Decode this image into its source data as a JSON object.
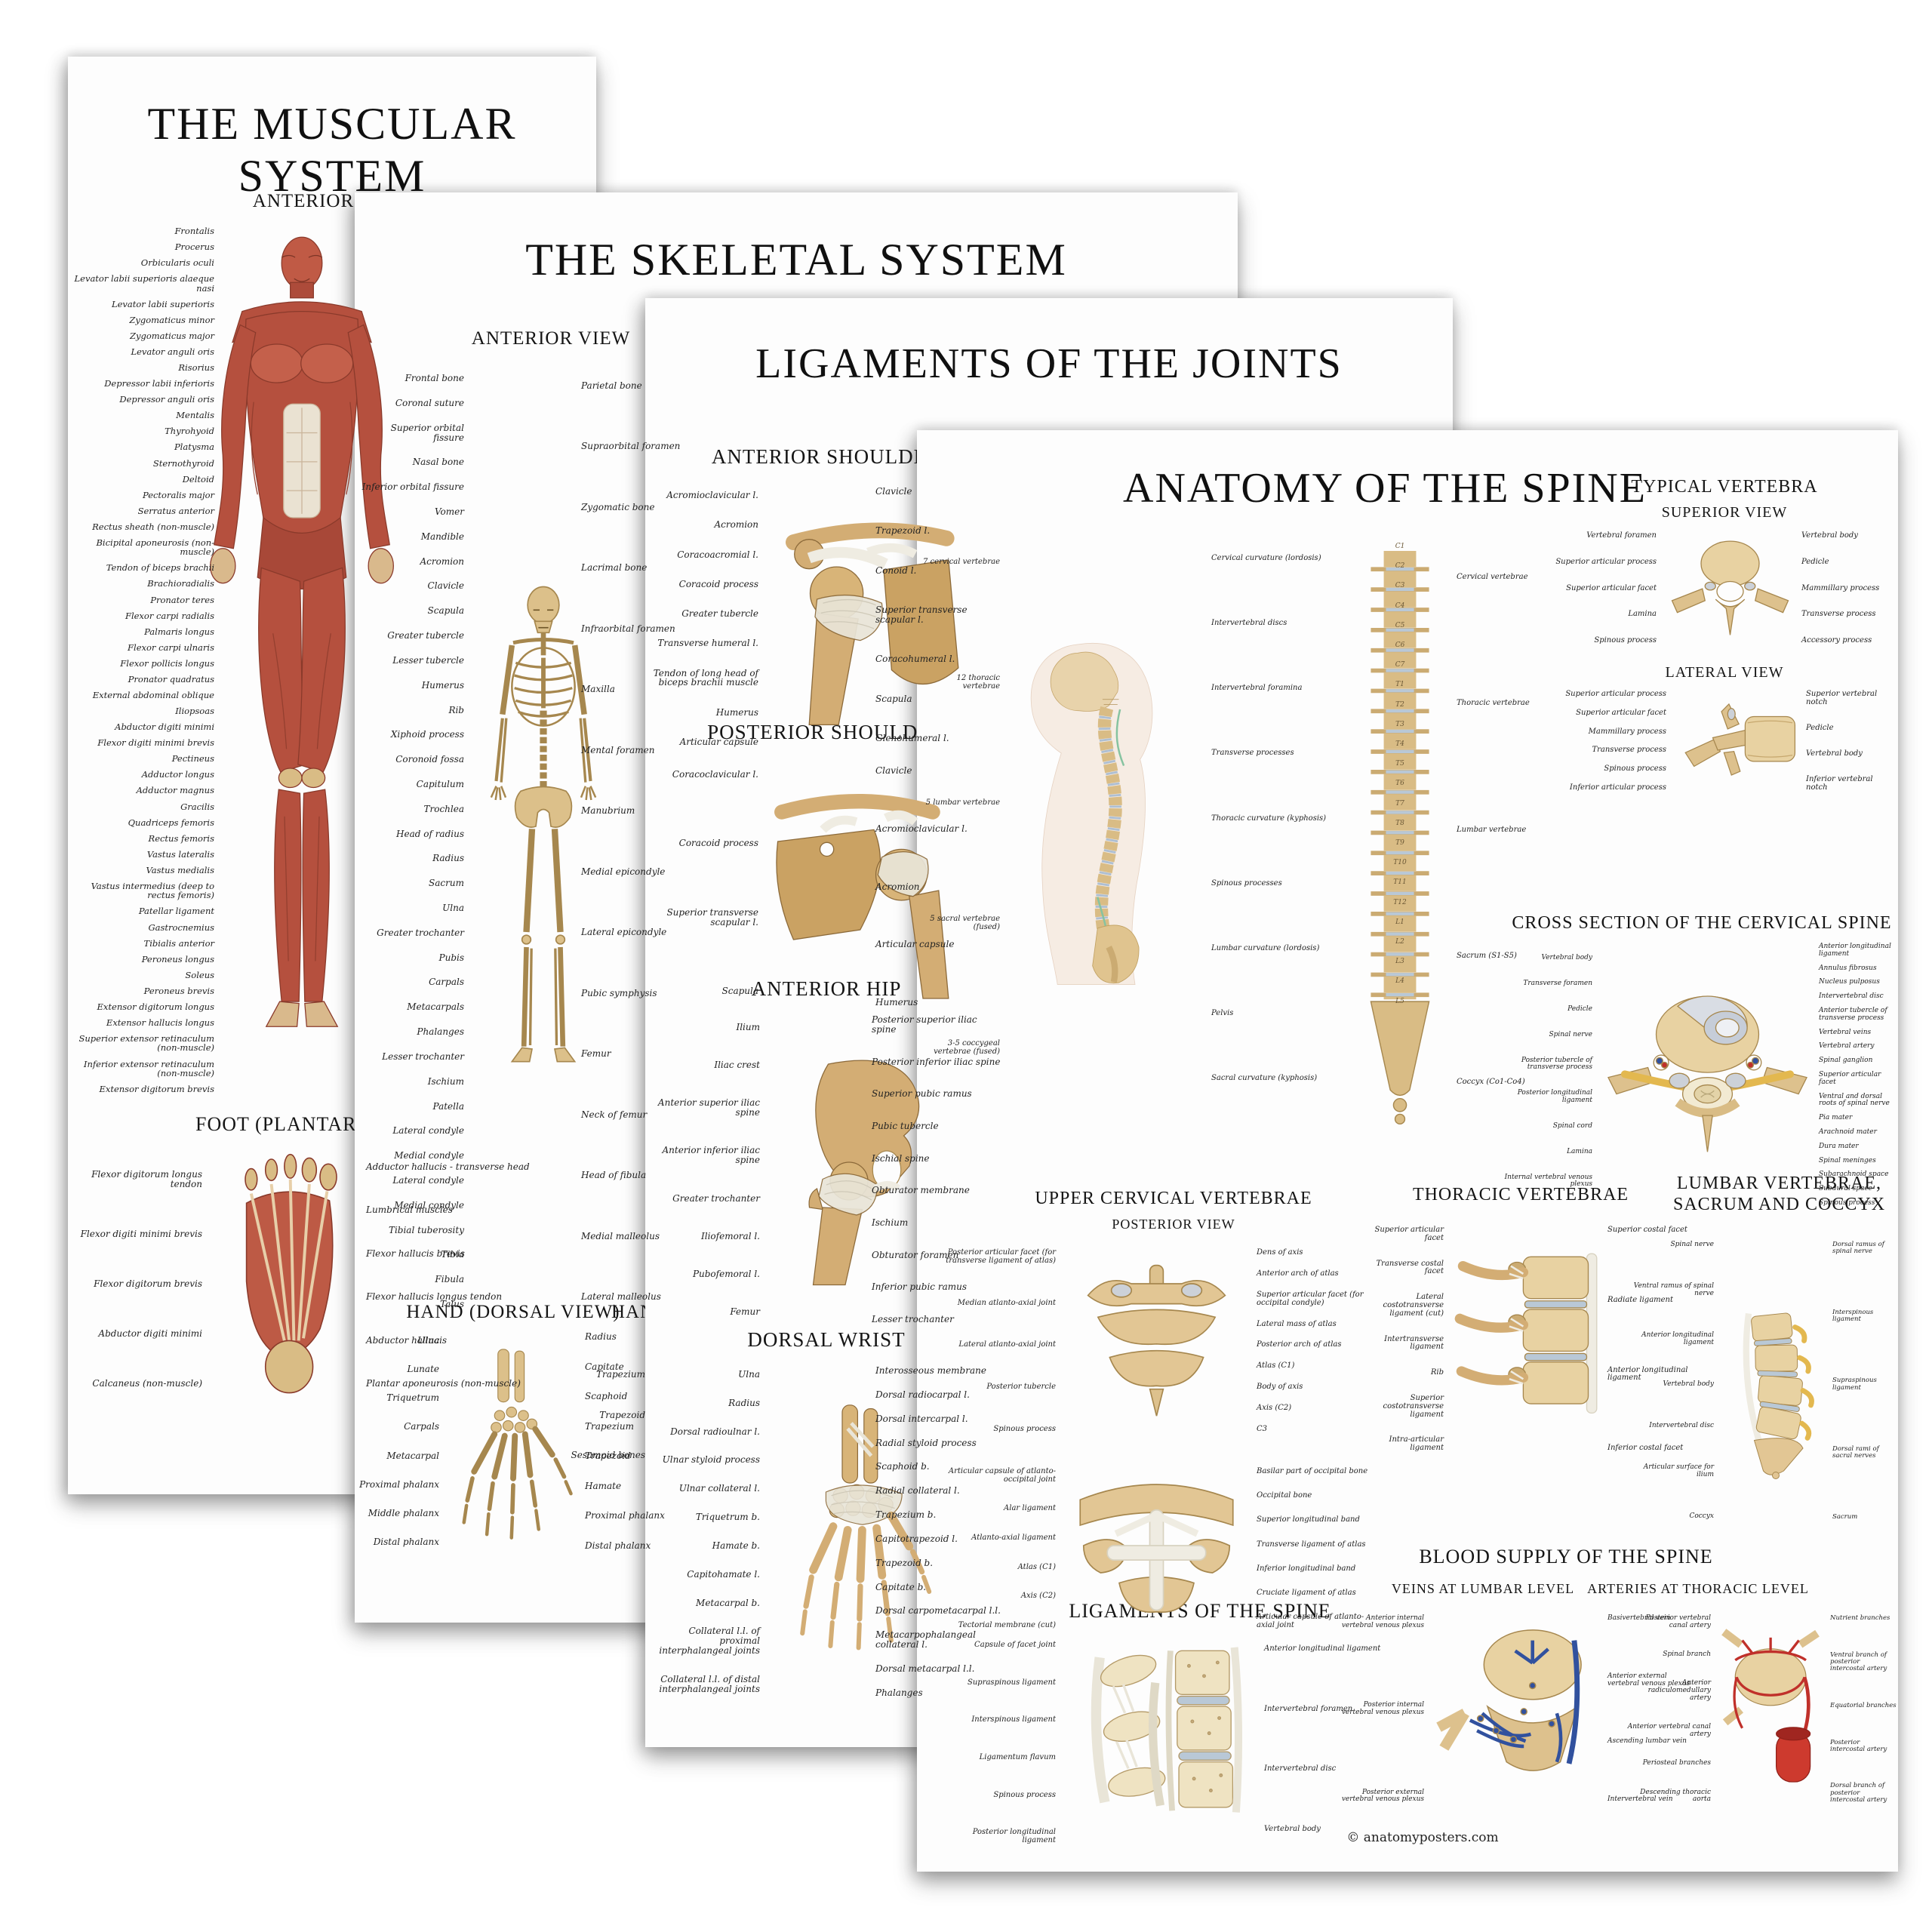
{
  "page": {
    "credit": "© anatomyposters.com"
  },
  "palette": {
    "poster_bg": "#fdfdfd",
    "text": "#151515",
    "bone": "#dcc08a",
    "bone_dark": "#a6874e",
    "muscle": "#b5503e",
    "muscle_light": "#c4604b",
    "skin_tan": "#d9b98c",
    "ligament_white": "#efece2",
    "disc_blue": "#b9c8d6",
    "nerve_yellow": "#e3b84f",
    "vein_blue": "#31519e",
    "artery_red": "#c0302a",
    "silhouette": "#f6ece3",
    "curvature_green": "#86c3a0"
  },
  "posters": {
    "muscular": {
      "title": "THE MUSCULAR SYSTEM",
      "view": "ANTERIOR VIEW",
      "labels_left": [
        "Frontalis",
        "Procerus",
        "Orbicularis oculi",
        "Levator labii superioris alaeque nasi",
        "Levator labii superioris",
        "Zygomaticus minor",
        "Zygomaticus major",
        "Levator anguli oris",
        "Risorius",
        "Depressor labii inferioris",
        "Depressor anguli oris",
        "Mentalis",
        "Thyrohyoid",
        "Platysma",
        "Sternothyroid",
        "Deltoid",
        "Pectoralis major",
        "Serratus anterior",
        "Rectus sheath (non-muscle)",
        "Bicipital aponeurosis (non-muscle)",
        "Tendon of biceps brachii",
        "Brachioradialis",
        "Pronator teres",
        "Flexor carpi radialis",
        "Palmaris longus",
        "Flexor carpi ulnaris",
        "Flexor pollicis longus",
        "Pronator quadratus",
        "External abdominal oblique",
        "Iliopsoas",
        "Abductor digiti minimi",
        "Flexor digiti minimi brevis",
        "Pectineus",
        "Adductor longus",
        "Adductor magnus",
        "Gracilis",
        "Quadriceps femoris",
        "Rectus femoris",
        "Vastus lateralis",
        "Vastus medialis",
        "Vastus intermedius (deep to rectus femoris)",
        "Patellar ligament",
        "Gastrocnemius",
        "Tibialis anterior",
        "Peroneus longus",
        "Soleus",
        "Peroneus brevis",
        "Extensor digitorum longus",
        "Extensor hallucis longus",
        "Superior extensor retinaculum (non-muscle)",
        "Inferior extensor retinaculum (non-muscle)",
        "Extensor digitorum brevis"
      ],
      "foot": {
        "heading": "FOOT (PLANTAR VIEW)",
        "left": [
          "Flexor digitorum longus tendon",
          "Flexor digiti minimi brevis",
          "Flexor digitorum brevis",
          "Abductor digiti minimi",
          "Calcaneus (non-muscle)"
        ],
        "right": [
          "Adductor hallucis - transverse head",
          "Lumbrical muscles",
          "Flexor hallucis brevis",
          "Flexor hallucis longus tendon",
          "Abductor hallucis",
          "Plantar aponeurosis (non-muscle)"
        ]
      }
    },
    "skeletal": {
      "title": "THE SKELETAL SYSTEM",
      "view": "ANTERIOR VIEW",
      "labels_left": [
        "Frontal bone",
        "Coronal suture",
        "Superior orbital fissure",
        "Nasal bone",
        "Inferior orbital fissure",
        "Vomer",
        "Mandible",
        "Acromion",
        "Clavicle",
        "Scapula",
        "Greater tubercle",
        "Lesser tubercle",
        "Humerus",
        "Rib",
        "Xiphoid process",
        "Coronoid fossa",
        "Capitulum",
        "Trochlea",
        "Head of radius",
        "Radius",
        "Sacrum",
        "Ulna",
        "Greater trochanter",
        "Pubis",
        "Carpals",
        "Metacarpals",
        "Phalanges",
        "Lesser trochanter",
        "Ischium",
        "Patella",
        "Lateral condyle",
        "Medial condyle",
        "Lateral condyle",
        "Medial condyle",
        "Tibial tuberosity",
        "Tibia",
        "Fibula",
        "Talus"
      ],
      "labels_right": [
        "Parietal bone",
        "Supraorbital foramen",
        "Zygomatic bone",
        "Lacrimal bone",
        "Infraorbital foramen",
        "Maxilla",
        "Mental foramen",
        "Manubrium",
        "Medial epicondyle",
        "Lateral epicondyle",
        "Pubic symphysis",
        "Femur",
        "Neck of femur",
        "Head of fibula",
        "Medial malleolus",
        "Lateral malleolus"
      ],
      "hand_dorsal": {
        "heading": "HAND (DORSAL VIEW)",
        "left": [
          "Ulna",
          "Lunate",
          "Triquetrum",
          "Carpals",
          "Metacarpal",
          "Proximal phalanx",
          "Middle phalanx",
          "Distal phalanx"
        ],
        "right": [
          "Radius",
          "Capitate",
          "Scaphoid",
          "Trapezium",
          "Trapezoid",
          "Hamate",
          "Proximal phalanx",
          "Distal phalanx"
        ]
      },
      "hand_palmar": {
        "heading": "HAND (PALMAR VIEW)",
        "left": [
          "Trapezium",
          "Trapezoid",
          "Sesamoid bones"
        ]
      }
    },
    "ligaments": {
      "title": "LIGAMENTS OF THE JOINTS",
      "anterior_shoulder": {
        "heading": "ANTERIOR SHOULDER",
        "left": [
          "Acromioclavicular l.",
          "Acromion",
          "Coracoacromial l.",
          "Coracoid process",
          "Greater tubercle",
          "Transverse humeral l.",
          "Tendon of long head of biceps brachii muscle",
          "Humerus",
          "Articular capsule"
        ],
        "right": [
          "Clavicle",
          "Trapezoid l.",
          "Conoid l.",
          "Superior transverse scapular l.",
          "Coracohumeral l.",
          "Scapula",
          "Glenohumeral l."
        ]
      },
      "posterior_shoulder": {
        "heading": "POSTERIOR SHOULDER",
        "left": [
          "Coracoclavicular l.",
          "Coracoid process",
          "Superior transverse scapular l.",
          "Scapula"
        ],
        "right": [
          "Clavicle",
          "Acromioclavicular l.",
          "Acromion",
          "Articular capsule",
          "Humerus"
        ]
      },
      "anterior_hip": {
        "heading": "ANTERIOR HIP",
        "left": [
          "Ilium",
          "Iliac crest",
          "Anterior superior iliac spine",
          "Anterior inferior iliac spine",
          "Greater trochanter",
          "Iliofemoral l.",
          "Pubofemoral l.",
          "Femur"
        ],
        "right": [
          "Posterior superior iliac spine",
          "Posterior inferior iliac spine",
          "Superior pubic ramus",
          "Pubic tubercle",
          "Ischial spine",
          "Obturator membrane",
          "Ischium",
          "Obturator foramen",
          "Inferior pubic ramus",
          "Lesser trochanter"
        ]
      },
      "dorsal_wrist": {
        "heading": "DORSAL WRIST",
        "left": [
          "Ulna",
          "Radius",
          "Dorsal radioulnar l.",
          "Ulnar styloid process",
          "Ulnar collateral l.",
          "Triquetrum b.",
          "Hamate b.",
          "Capitohamate l.",
          "Metacarpal b.",
          "Collateral l.l. of proximal interphalangeal joints",
          "Collateral l.l. of distal interphalangeal joints"
        ],
        "right": [
          "Interosseous membrane",
          "Dorsal radiocarpal l.",
          "Dorsal intercarpal l.",
          "Radial styloid process",
          "Scaphoid b.",
          "Radial collateral l.",
          "Trapezium b.",
          "Capitotrapezoid l.",
          "Trapezoid b.",
          "Capitate b.",
          "Dorsal carpometacarpal l.l.",
          "Metacarpophalangeal collateral l.",
          "Dorsal metacarpal l.l.",
          "Phalanges"
        ]
      }
    },
    "spine": {
      "title": "ANATOMY OF THE SPINE",
      "lateral": {
        "brackets": [
          "7 cervical vertebrae",
          "12 thoracic vertebrae",
          "5 lumbar vertebrae",
          "5 sacral vertebrae (fused)",
          "3-5 coccygeal vertebrae (fused)"
        ],
        "right": [
          "Cervical curvature (lordosis)",
          "Intervertebral discs",
          "Intervertebral foramina",
          "Transverse processes",
          "Thoracic curvature (kyphosis)",
          "Spinous processes",
          "Lumbar curvature (lordosis)",
          "Pelvis",
          "Sacral curvature (kyphosis)"
        ]
      },
      "posterior_column": {
        "ids": [
          "C1",
          "C2",
          "C3",
          "C4",
          "C5",
          "C6",
          "C7",
          "T1",
          "T2",
          "T3",
          "T4",
          "T5",
          "T6",
          "T7",
          "T8",
          "T9",
          "T10",
          "T11",
          "T12",
          "L1",
          "L2",
          "L3",
          "L4",
          "L5"
        ],
        "right": [
          "Cervical vertebrae",
          "Thoracic vertebrae",
          "Lumbar vertebrae",
          "Sacrum (S1-S5)",
          "Coccyx (Co1-Co4)"
        ]
      },
      "typical_vertebra": {
        "heading": "TYPICAL VERTEBRA",
        "superior": {
          "heading": "SUPERIOR VIEW",
          "left": [
            "Vertebral foramen",
            "Superior articular process",
            "Superior articular facet",
            "Lamina",
            "Spinous process"
          ],
          "right": [
            "Vertebral body",
            "Pedicle",
            "Mammillary process",
            "Transverse process",
            "Accessory process"
          ]
        },
        "lateral": {
          "heading": "LATERAL VIEW",
          "left": [
            "Superior articular process",
            "Superior articular facet",
            "Mammillary process",
            "Transverse process",
            "Spinous process",
            "Inferior articular process"
          ],
          "right": [
            "Superior vertebral notch",
            "Pedicle",
            "Vertebral body",
            "Inferior vertebral notch"
          ]
        }
      },
      "cross_section": {
        "heading": "CROSS SECTION OF THE CERVICAL SPINE",
        "left": [
          "Vertebral body",
          "Transverse foramen",
          "Pedicle",
          "Spinal nerve",
          "Posterior tubercle of transverse process",
          "Posterior longitudinal ligament",
          "Spinal cord",
          "Lamina",
          "Internal vertebral venous plexus"
        ],
        "right": [
          "Anterior longitudinal ligament",
          "Annulus fibrosus",
          "Nucleus pulposus",
          "Intervertebral disc",
          "Anterior tubercle of transverse process",
          "Vertebral veins",
          "Vertebral artery",
          "Spinal ganglion",
          "Superior articular facet",
          "Ventral and dorsal roots of spinal nerve",
          "Pia mater",
          "Arachnoid mater",
          "Dura mater",
          "Spinal meninges",
          "Subarachnoid space",
          "Subdural space",
          "Spinous process"
        ]
      },
      "upper_cervical": {
        "heading": "UPPER CERVICAL VERTEBRAE",
        "subheading": "POSTERIOR VIEW",
        "fig1": {
          "left": [
            "Posterior articular facet (for transverse ligament of atlas)",
            "Median atlanto-axial joint",
            "Lateral atlanto-axial joint",
            "Posterior tubercle",
            "Spinous process"
          ],
          "right": [
            "Dens of axis",
            "Anterior arch of atlas",
            "Superior articular facet (for occipital condyle)",
            "Lateral mass of atlas",
            "Posterior arch of atlas",
            "Atlas (C1)",
            "Body of axis",
            "Axis (C2)",
            "C3"
          ]
        },
        "fig2": {
          "left": [
            "Articular capsule of atlanto-occipital joint",
            "Alar ligament",
            "Atlanto-axial ligament",
            "Atlas (C1)",
            "Axis (C2)",
            "Tectorial membrane (cut)"
          ],
          "right": [
            "Basilar part of occipital bone",
            "Occipital bone",
            "Superior longitudinal band",
            "Transverse ligament of atlas",
            "Inferior longitudinal band",
            "Cruciate ligament of atlas",
            "Articular capsule of atlanto-axial joint"
          ]
        }
      },
      "thoracic": {
        "heading": "THORACIC VERTEBRAE",
        "left": [
          "Superior articular facet",
          "Transverse costal facet",
          "Lateral costotransverse ligament (cut)",
          "Intertransverse ligament",
          "Rib",
          "Superior costotransverse ligament",
          "Intra-articular ligament"
        ],
        "right": [
          "Superior costal facet",
          "Radiate ligament",
          "Anterior longitudinal ligament",
          "Inferior costal facet"
        ]
      },
      "lumbar": {
        "heading": "LUMBAR VERTEBRAE, SACRUM AND COCCYX",
        "left": [
          "Spinal nerve",
          "Ventral ramus of spinal nerve",
          "Anterior longitudinal ligament",
          "Vertebral body",
          "Intervertebral disc",
          "Articular surface for ilium",
          "Coccyx"
        ],
        "right": [
          "Dorsal ramus of spinal nerve",
          "Interspinous ligament",
          "Supraspinous ligament",
          "Dorsal rami of sacral nerves",
          "Sacrum"
        ]
      },
      "lig_spine": {
        "heading": "LIGAMENTS OF THE SPINE",
        "left": [
          "Capsule of facet joint",
          "Supraspinous ligament",
          "Interspinous ligament",
          "Ligamentum flavum",
          "Spinous process",
          "Posterior longitudinal ligament"
        ],
        "right": [
          "Anterior longitudinal ligament",
          "Intervertebral foramen",
          "Intervertebral disc",
          "Vertebral body"
        ]
      },
      "blood": {
        "heading": "BLOOD SUPPLY OF THE SPINE",
        "veins": {
          "heading": "VEINS AT LUMBAR LEVEL",
          "left": [
            "Anterior internal vertebral venous plexus",
            "Posterior internal vertebral venous plexus",
            "Posterior external vertebral venous plexus"
          ],
          "right": [
            "Basivertebral vein",
            "Anterior external vertebral venous plexus",
            "Ascending lumbar vein",
            "Intervertebral vein"
          ]
        },
        "arteries": {
          "heading": "ARTERIES AT THORACIC LEVEL",
          "left": [
            "Posterior vertebral canal artery",
            "Spinal branch",
            "Anterior radiculomedullary artery",
            "Anterior vertebral canal artery",
            "Periosteal branches",
            "Descending thoracic aorta"
          ],
          "right": [
            "Nutrient branches",
            "Ventral branch of posterior intercostal artery",
            "Equatorial branches",
            "Posterior intercostal artery",
            "Dorsal branch of posterior intercostal artery"
          ]
        }
      }
    }
  }
}
